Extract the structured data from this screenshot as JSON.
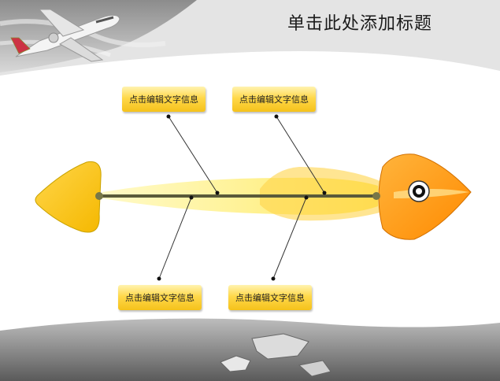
{
  "title": "单击此处添加标题",
  "labels": {
    "top_left": "点击编辑文字信息",
    "top_right": "点击编辑文字信息",
    "bottom_left": "点击编辑文字信息",
    "bottom_right": "点击编辑文字信息"
  },
  "colors": {
    "box_fill": "#ffd84a",
    "tail": "#fdc21a",
    "head": "#ff9a1a",
    "body_glow": "#fff06a",
    "spine": "#5a5a3a"
  }
}
